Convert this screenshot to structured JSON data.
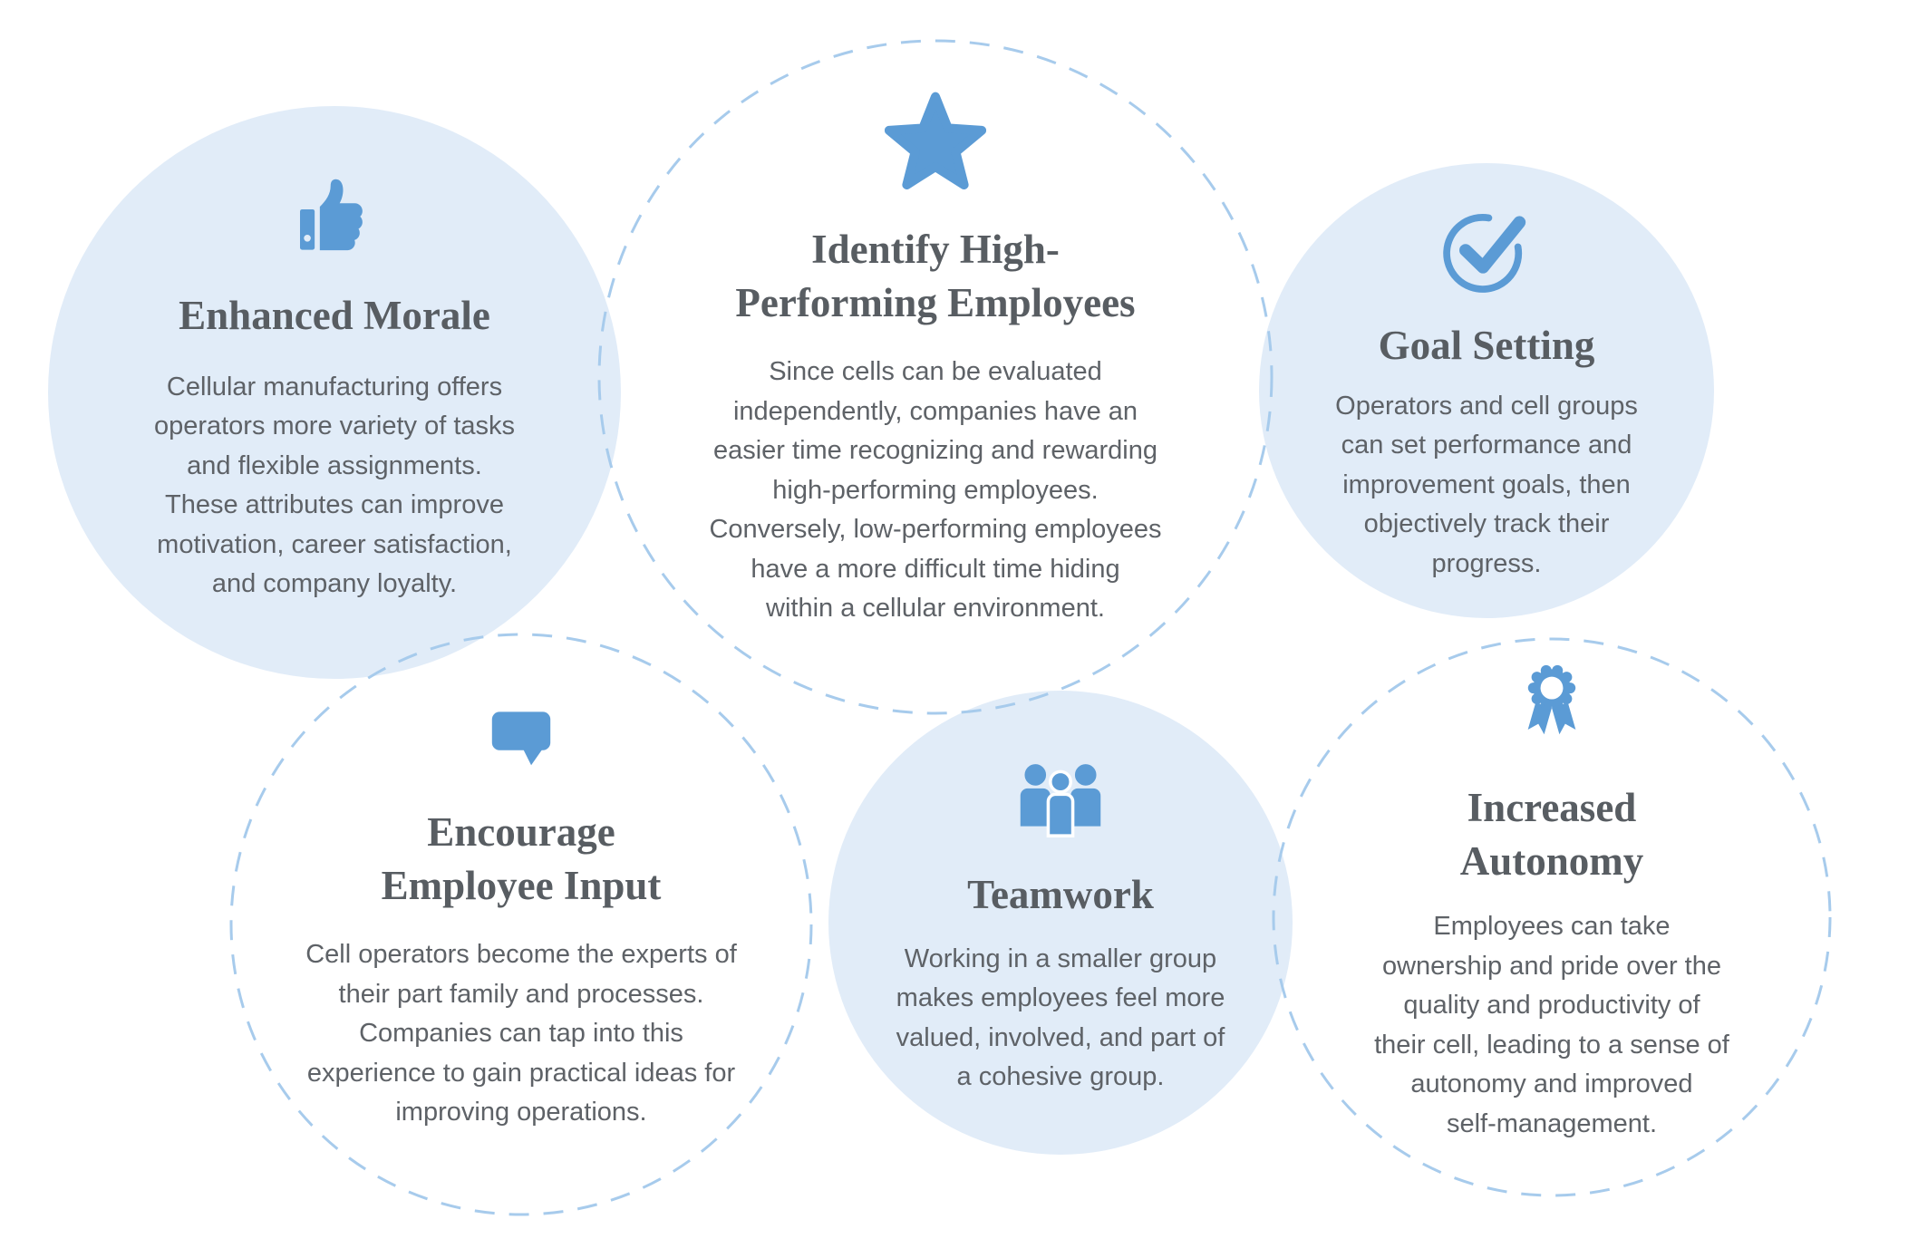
{
  "palette": {
    "background": "#ffffff",
    "bubble_fill": "#e1ecf8",
    "icon_blue": "#5b9bd5",
    "dash_stroke": "#a7cbec",
    "title_color": "#585d62",
    "body_color": "#5e6267"
  },
  "bubbles": [
    {
      "id": "enhanced-morale",
      "style": "solid",
      "icon": "thumbs-up-icon",
      "title": "Enhanced Morale",
      "body": "Cellular manufacturing offers\noperators more variety of tasks\nand flexible assignments.\nThese attributes can improve\nmotivation, career satisfaction,\nand company loyalty."
    },
    {
      "id": "identify-high-performing-employees",
      "style": "dashed",
      "icon": "star-icon",
      "title": "Identify High-\nPerforming Employees",
      "body": "Since cells can be evaluated\nindependently, companies have an\neasier time recognizing and rewarding\nhigh-performing employees.\nConversely, low-performing employees\nhave a more difficult time hiding\nwithin a cellular environment."
    },
    {
      "id": "goal-setting",
      "style": "solid",
      "icon": "check-circle-icon",
      "title": "Goal Setting",
      "body": "Operators and cell groups\ncan set performance and\nimprovement goals, then\nobjectively track their\nprogress."
    },
    {
      "id": "encourage-employee-input",
      "style": "dashed",
      "icon": "speech-bubble-icon",
      "title": "Encourage\nEmployee Input",
      "body": "Cell operators become the experts of\ntheir part family and processes.\nCompanies can tap into this\nexperience to gain practical ideas for\nimproving operations."
    },
    {
      "id": "teamwork",
      "style": "solid",
      "icon": "people-group-icon",
      "title": "Teamwork",
      "body": "Working in a smaller group\nmakes employees feel more\nvalued, involved, and part of\na cohesive group."
    },
    {
      "id": "increased-autonomy",
      "style": "dashed",
      "icon": "award-ribbon-icon",
      "title": "Increased\nAutonomy",
      "body": "Employees can take\nownership and pride over the\nquality and productivity of\ntheir cell, leading to a sense of\nautonomy and improved\nself-management."
    }
  ]
}
